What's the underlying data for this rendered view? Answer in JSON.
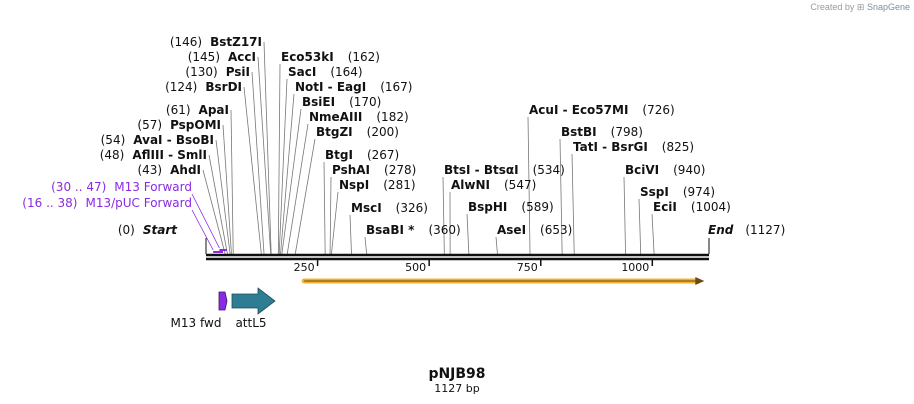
{
  "credit": {
    "prefix": "Created by",
    "brand": "SnapGene"
  },
  "plasmid": {
    "name": "pNJB98",
    "length_label": "1127 bp",
    "length": 1127
  },
  "ends": [
    {
      "pos": 0,
      "label": "Start",
      "pos_label": "(0)"
    },
    {
      "pos": 1127,
      "label": "End",
      "pos_label": "(1127)"
    }
  ],
  "ticks": [
    {
      "pos": 250,
      "label": "250"
    },
    {
      "pos": 500,
      "label": "500"
    },
    {
      "pos": 750,
      "label": "750"
    },
    {
      "pos": 1000,
      "label": "1000"
    }
  ],
  "sites": [
    {
      "name": "BstZ17I",
      "pos_label": "(146)",
      "pos": 146,
      "side": "left"
    },
    {
      "name": "AccI",
      "pos_label": "(145)",
      "pos": 145,
      "side": "left"
    },
    {
      "name": "PsiI",
      "pos_label": "(130)",
      "pos": 130,
      "side": "left"
    },
    {
      "name": "BsrDI",
      "pos_label": "(124)",
      "pos": 124,
      "side": "left"
    },
    {
      "name": "ApaI",
      "pos_label": "(61)",
      "pos": 61,
      "side": "left"
    },
    {
      "name": "PspOMI",
      "pos_label": "(57)",
      "pos": 57,
      "side": "left"
    },
    {
      "name": "AvaI - BsoBI",
      "pos_label": "(54)",
      "pos": 54,
      "side": "left"
    },
    {
      "name": "AflIII - SmlI",
      "pos_label": "(48)",
      "pos": 48,
      "side": "left"
    },
    {
      "name": "AhdI",
      "pos_label": "(43)",
      "pos": 43,
      "side": "left"
    },
    {
      "name": "Eco53kI",
      "pos_label": "(162)",
      "pos": 162,
      "side": "right"
    },
    {
      "name": "SacI",
      "pos_label": "(164)",
      "pos": 164,
      "side": "right"
    },
    {
      "name": "NotI - EagI",
      "pos_label": "(167)",
      "pos": 167,
      "side": "right"
    },
    {
      "name": "BsiEI",
      "pos_label": "(170)",
      "pos": 170,
      "side": "right"
    },
    {
      "name": "NmeAIII",
      "pos_label": "(182)",
      "pos": 182,
      "side": "right"
    },
    {
      "name": "BtgZI",
      "pos_label": "(200)",
      "pos": 200,
      "side": "right"
    },
    {
      "name": "BtgI",
      "pos_label": "(267)",
      "pos": 267,
      "side": "right"
    },
    {
      "name": "PshAI",
      "pos_label": "(278)",
      "pos": 278,
      "side": "right"
    },
    {
      "name": "NspI",
      "pos_label": "(281)",
      "pos": 281,
      "side": "right"
    },
    {
      "name": "MscI",
      "pos_label": "(326)",
      "pos": 326,
      "side": "right"
    },
    {
      "name": "BsaBI *",
      "pos_label": "(360)",
      "pos": 360,
      "side": "right"
    },
    {
      "name": "BtsI - BtsαI",
      "pos_label": "(534)",
      "pos": 534,
      "side": "right"
    },
    {
      "name": "AlwNI",
      "pos_label": "(547)",
      "pos": 547,
      "side": "right"
    },
    {
      "name": "BspHI",
      "pos_label": "(589)",
      "pos": 589,
      "side": "right"
    },
    {
      "name": "AseI",
      "pos_label": "(653)",
      "pos": 653,
      "side": "right"
    },
    {
      "name": "AcuI - Eco57MI",
      "pos_label": "(726)",
      "pos": 726,
      "side": "right"
    },
    {
      "name": "BstBI",
      "pos_label": "(798)",
      "pos": 798,
      "side": "right"
    },
    {
      "name": "TatI - BsrGI",
      "pos_label": "(825)",
      "pos": 825,
      "side": "right"
    },
    {
      "name": "BciVI",
      "pos_label": "(940)",
      "pos": 940,
      "side": "right"
    },
    {
      "name": "SspI",
      "pos_label": "(974)",
      "pos": 974,
      "side": "right"
    },
    {
      "name": "EciI",
      "pos_label": "(1004)",
      "pos": 1004,
      "side": "right"
    }
  ],
  "primers": [
    {
      "name": "M13 Forward",
      "range_label": "(30 .. 47)",
      "start": 30,
      "end": 47
    },
    {
      "name": "M13/pUC Forward",
      "range_label": "(16 .. 38)",
      "start": 16,
      "end": 38
    }
  ],
  "features": [
    {
      "name": "M13 fwd",
      "color": "#8a2be2"
    },
    {
      "name": "attL5",
      "color": "#2e7d93"
    }
  ],
  "orf": {
    "color": "#f0b232",
    "start": 220,
    "end": 1112
  }
}
